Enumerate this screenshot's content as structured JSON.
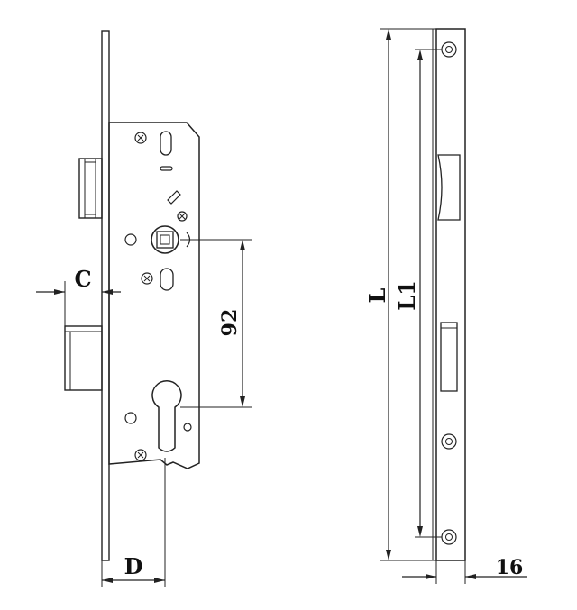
{
  "labels": {
    "c": "C",
    "d": "D",
    "dim_92": "92",
    "l": "L",
    "l1": "L1",
    "w16": "16"
  }
}
